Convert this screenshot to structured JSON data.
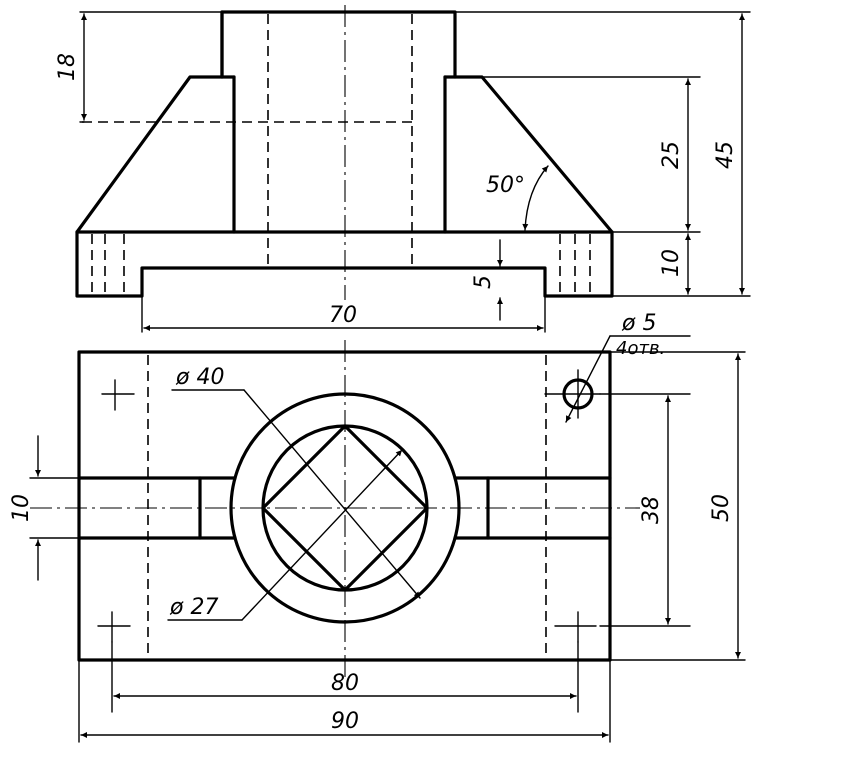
{
  "dimensions": {
    "d18": "18",
    "d25": "25",
    "d45": "45",
    "d10_front": "10",
    "d5": "5",
    "d70": "70",
    "d50deg": "50°",
    "phi5": "ø 5",
    "holes": "4отв.",
    "phi40": "ø 40",
    "phi27": "ø 27",
    "d10_top": "10",
    "d38": "38",
    "d50": "50",
    "d80": "80",
    "d90": "90"
  }
}
